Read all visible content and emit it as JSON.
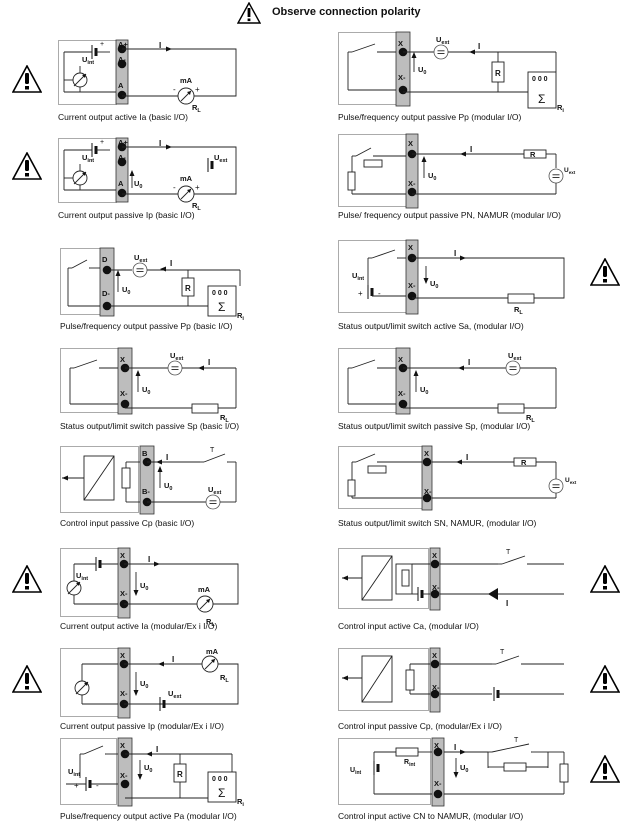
{
  "header": {
    "title": "Observe connection polarity",
    "icon": "warning-triangle-icon"
  },
  "diagrams": [
    {
      "id": "d1",
      "caption": "Current output active Ia (basic I/O)",
      "kind": "current-active",
      "terms": [
        "A+",
        "A-",
        "A"
      ],
      "meter": "mA",
      "labels": {
        "src": "U",
        "src_sub": "int",
        "load": "R",
        "load_sub": "L",
        "current": "I"
      },
      "warning": true
    },
    {
      "id": "d2",
      "caption": "Pulse/frequency output passive Pp (modular I/O)",
      "kind": "pulse-passive-modular",
      "terms": [
        "X",
        "X-"
      ],
      "labels": {
        "ext": "U",
        "ext_sub": "ext",
        "u0": "U",
        "u0_sub": "0",
        "r": "R",
        "counter": "0 0 0",
        "sigma": "Σ",
        "ri": "R",
        "ri_sub": "i",
        "current": "I"
      },
      "warning": false
    },
    {
      "id": "d3",
      "caption": "Current output passive Ip (basic I/O)",
      "kind": "current-passive",
      "terms": [
        "A+",
        "A-",
        "A"
      ],
      "meter": "mA",
      "labels": {
        "src": "U",
        "src_sub": "int",
        "ext": "U",
        "ext_sub": "ext",
        "u0": "U",
        "u0_sub": "0",
        "load": "R",
        "load_sub": "L",
        "current": "I"
      },
      "warning": true
    },
    {
      "id": "d4",
      "caption": "Pulse/ frequency output passive PN, NAMUR (modular I/O)",
      "kind": "pulse-namur",
      "terms": [
        "X",
        "X-"
      ],
      "labels": {
        "r": "R",
        "ext": "U",
        "ext_sub": "ext",
        "u0": "U",
        "u0_sub": "0",
        "current": "I"
      },
      "warning": false
    },
    {
      "id": "d5",
      "caption": "Pulse/frequency output passive Pp (basic I/O)",
      "kind": "pulse-passive-basic",
      "terms": [
        "D",
        "D-"
      ],
      "labels": {
        "ext": "U",
        "ext_sub": "ext",
        "u0": "U",
        "u0_sub": "0",
        "r": "R",
        "counter": "0 0 0",
        "sigma": "Σ",
        "ri": "R",
        "ri_sub": "i",
        "current": "I"
      },
      "warning": false
    },
    {
      "id": "d6",
      "caption": "Status output/limit switch active Sa, (modular I/O)",
      "kind": "status-active",
      "terms": [
        "X",
        "X-"
      ],
      "labels": {
        "src": "U",
        "src_sub": "int",
        "u0": "U",
        "u0_sub": "0",
        "load": "R",
        "load_sub": "L",
        "current": "I"
      },
      "warning": true
    },
    {
      "id": "d7",
      "caption": "Status output/limit switch passive Sp (basic I/O)",
      "kind": "status-passive",
      "terms": [
        "X",
        "X-"
      ],
      "labels": {
        "ext": "U",
        "ext_sub": "ext",
        "u0": "U",
        "u0_sub": "0",
        "load": "R",
        "load_sub": "L",
        "current": "I"
      },
      "warning": false
    },
    {
      "id": "d8",
      "caption": "Status output/limit switch passive Sp, (modular I/O)",
      "kind": "status-passive",
      "terms": [
        "X",
        "X-"
      ],
      "labels": {
        "ext": "U",
        "ext_sub": "ext",
        "u0": "U",
        "u0_sub": "0",
        "load": "R",
        "load_sub": "L",
        "current": "I"
      },
      "warning": false
    },
    {
      "id": "d9",
      "caption": "Control input passive Cp (basic I/O)",
      "kind": "control-passive-basic",
      "terms": [
        "B",
        "B-"
      ],
      "labels": {
        "ext": "U",
        "ext_sub": "ext",
        "u0": "U",
        "u0_sub": "0",
        "current": "I"
      },
      "warning": false
    },
    {
      "id": "d10",
      "caption": "Status output/limit switch SN, NAMUR, (modular I/O)",
      "kind": "status-namur",
      "terms": [
        "X",
        "X-"
      ],
      "labels": {
        "r": "R",
        "ext": "U",
        "ext_sub": "ext",
        "current": "I"
      },
      "warning": false
    },
    {
      "id": "d11",
      "caption": "Current output active Ia (modular/Ex i I/O)",
      "kind": "current-active-ex",
      "terms": [
        "X",
        "X-"
      ],
      "meter": "mA",
      "labels": {
        "src": "U",
        "src_sub": "int",
        "u0": "U",
        "u0_sub": "0",
        "load": "R",
        "load_sub": "L",
        "current": "I"
      },
      "warning": true
    },
    {
      "id": "d12",
      "caption": "Control input active Ca, (modular I/O)",
      "kind": "control-active",
      "terms": [
        "X",
        "X-"
      ],
      "labels": {
        "current": "I"
      },
      "warning": true
    },
    {
      "id": "d13",
      "caption": "Current output passive Ip (modular/Ex i I/O)",
      "kind": "current-passive-ex",
      "terms": [
        "X",
        "X-"
      ],
      "meter": "mA",
      "labels": {
        "ext": "U",
        "ext_sub": "ext",
        "u0": "U",
        "u0_sub": "0",
        "load": "R",
        "load_sub": "L",
        "current": "I"
      },
      "warning": true
    },
    {
      "id": "d14",
      "caption": "Control input passive Cp, (modular/Ex i I/O)",
      "kind": "control-passive-ex",
      "terms": [
        "X",
        "X-"
      ],
      "labels": {},
      "warning": true
    },
    {
      "id": "d15",
      "caption": "Pulse/frequency output active Pa (modular I/O)",
      "kind": "pulse-active",
      "terms": [
        "X",
        "X-"
      ],
      "labels": {
        "src": "U",
        "src_sub": "int",
        "u0": "U",
        "u0_sub": "0",
        "r": "R",
        "counter": "0 0 0",
        "sigma": "Σ",
        "ri": "R",
        "ri_sub": "i",
        "current": "I"
      },
      "warning": false
    },
    {
      "id": "d16",
      "caption": "Control input active CN to NAMUR, (modular I/O)",
      "kind": "control-namur",
      "terms": [
        "X",
        "X-"
      ],
      "labels": {
        "src": "U",
        "src_sub": "int",
        "rint": "R",
        "rint_sub": "int",
        "u0": "U",
        "u0_sub": "0",
        "current": "I"
      },
      "warning": true
    }
  ]
}
